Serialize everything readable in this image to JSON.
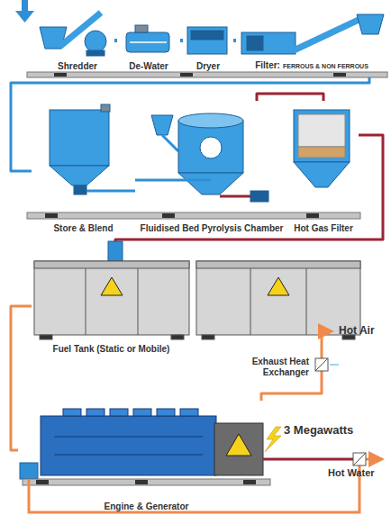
{
  "diagram": {
    "nodes": [
      {
        "text": [
          "Shredder"
        ]
      },
      {
        "text": [
          "De-Water"
        ]
      },
      {
        "text": [
          "Dryer"
        ]
      },
      {
        "text": [
          "Filter:",
          "FERROUS & NON FERROUS"
        ]
      },
      {
        "text": [
          "Store & Blend"
        ]
      },
      {
        "text": [
          "Fluidised Bed Pyrolysis Chamber"
        ]
      },
      {
        "text": [
          "Hot Gas Filter"
        ]
      },
      {
        "text": [
          "Fuel Tank (Static or Mobile)"
        ]
      },
      {
        "text": [
          "Exhaust Heat Exchanger"
        ]
      },
      {
        "text": [
          "Engine & Generator"
        ]
      }
    ],
    "edges": [
      {
        "from": 0,
        "to": 1,
        "arrow": "none"
      },
      {
        "from": 1,
        "to": 2,
        "arrow": "none"
      },
      {
        "from": 2,
        "to": 3,
        "arrow": "none"
      },
      {
        "from": 3,
        "to": 4,
        "arrow": "none"
      },
      {
        "from": 4,
        "to": 5,
        "arrow": "none"
      },
      {
        "from": 5,
        "to": 6,
        "arrow": "none"
      },
      {
        "from": 6,
        "to": 7,
        "arrow": "none"
      },
      {
        "from": 7,
        "to": 9,
        "arrow": "none"
      },
      {
        "from": 9,
        "to": 8,
        "arrow": "none"
      }
    ],
    "labels": [
      "Hot Air",
      "3 Megawatts",
      "Hot Water"
    ]
  }
}
